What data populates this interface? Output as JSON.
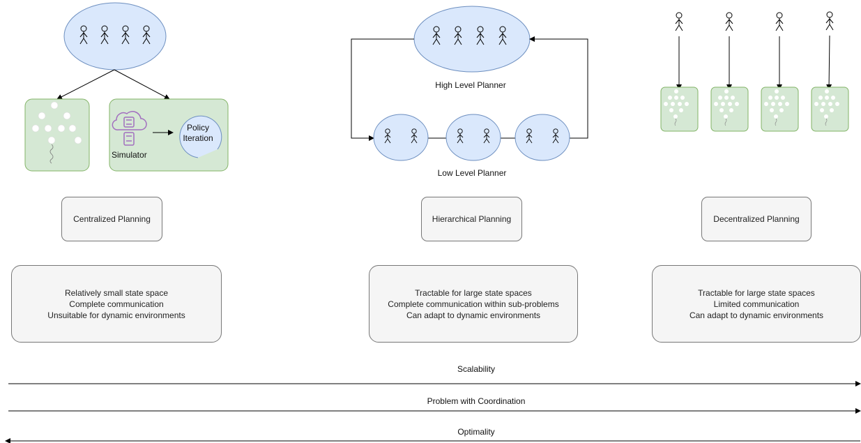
{
  "columns": [
    {
      "title": "Centralized Planning",
      "lines": [
        "Relatively small state space",
        "Complete communication",
        "Unsuitable for dynamic environments"
      ],
      "simulator_label": "Simulator",
      "policy_label": [
        "Policy",
        "Iteration"
      ]
    },
    {
      "title": "Hierarchical Planning",
      "lines": [
        "Tractable for large state spaces",
        "Complete communication within sub-problems",
        "Can adapt to dynamic environments"
      ],
      "high_level_label": "High Level Planner",
      "low_level_label": "Low Level Planner"
    },
    {
      "title": "Decentralized Planning",
      "lines": [
        "Tractable for large state spaces",
        "Limited communication",
        "Can adapt to dynamic environments"
      ]
    }
  ],
  "axes": [
    {
      "label": "Scalability",
      "direction": "right"
    },
    {
      "label": "Problem with Coordination",
      "direction": "right"
    },
    {
      "label": "Optimality",
      "direction": "left"
    }
  ],
  "colors": {
    "agent_group_fill": "#dae8fc",
    "agent_group_stroke": "#6c8ebf",
    "policy_fill": "#d5e8d4",
    "policy_stroke": "#82b366",
    "box_fill": "#f5f5f5",
    "simulator_icon": "#a26fbf"
  },
  "icons": [
    "stick-figure-icon",
    "simulator-cloud-icon",
    "tree-policy-icon"
  ]
}
